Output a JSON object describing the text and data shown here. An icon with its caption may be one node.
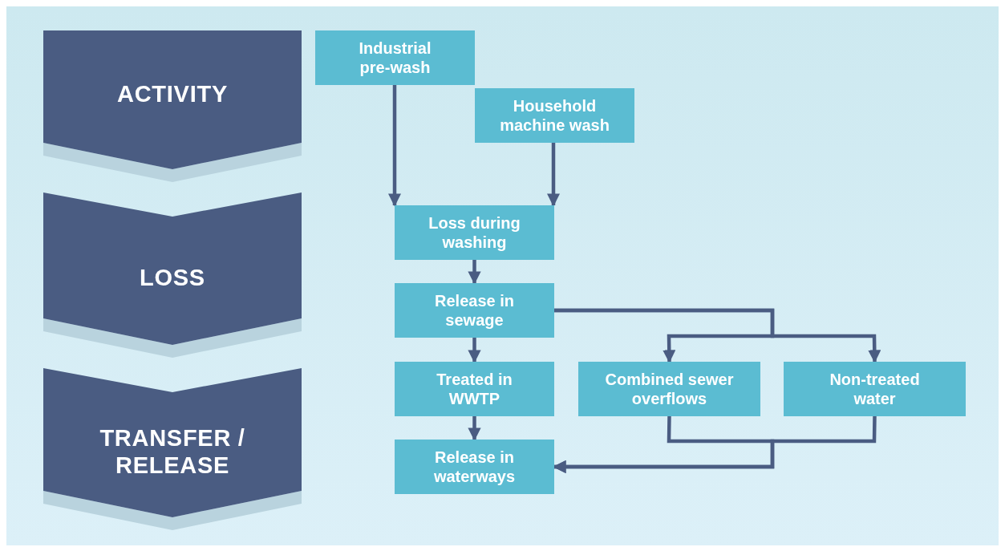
{
  "diagram": {
    "nodes": [
      {
        "text": [
          "ACTIVITY"
        ]
      },
      {
        "text": [
          "LOSS"
        ]
      },
      {
        "text": [
          "TRANSFER / RELEASE"
        ]
      },
      {
        "text": [
          "Industrial pre-wash"
        ]
      },
      {
        "text": [
          "Household machine wash"
        ]
      },
      {
        "text": [
          "Loss during washing"
        ]
      },
      {
        "text": [
          "Release in sewage"
        ]
      },
      {
        "text": [
          "Treated in WWTP"
        ]
      },
      {
        "text": [
          "Combined sewer overflows"
        ]
      },
      {
        "text": [
          "Non-treated water"
        ]
      },
      {
        "text": [
          "Release in waterways"
        ]
      }
    ],
    "edges": [
      {
        "from": 3,
        "to": 5,
        "arrow": "to"
      },
      {
        "from": 4,
        "to": 5,
        "arrow": "to"
      },
      {
        "from": 5,
        "to": 6,
        "arrow": "to"
      },
      {
        "from": 6,
        "to": 7,
        "arrow": "to"
      },
      {
        "from": 6,
        "to": 8,
        "arrow": "to"
      },
      {
        "from": 6,
        "to": 9,
        "arrow": "to"
      },
      {
        "from": 7,
        "to": 10,
        "arrow": "to"
      },
      {
        "from": 8,
        "to": 10,
        "arrow": "to"
      },
      {
        "from": 9,
        "to": 10,
        "arrow": "to"
      }
    ]
  }
}
